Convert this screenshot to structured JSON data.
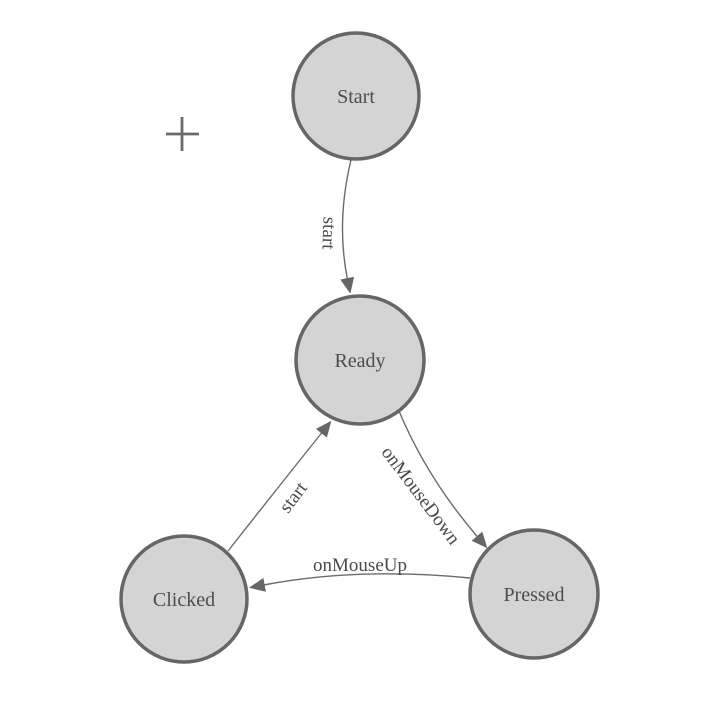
{
  "canvas": {
    "background": "#ffffff"
  },
  "cursor": {
    "icon": "plus-crosshair-icon"
  },
  "diagram": {
    "type": "state-machine",
    "nodes": [
      {
        "id": "start",
        "label": "Start"
      },
      {
        "id": "ready",
        "label": "Ready"
      },
      {
        "id": "clicked",
        "label": "Clicked"
      },
      {
        "id": "pressed",
        "label": "Pressed"
      }
    ],
    "edges": [
      {
        "from": "Start",
        "to": "Ready",
        "label": "start"
      },
      {
        "from": "Clicked",
        "to": "Ready",
        "label": "start"
      },
      {
        "from": "Ready",
        "to": "Pressed",
        "label": "onMouseDown"
      },
      {
        "from": "Pressed",
        "to": "Clicked",
        "label": "onMouseUp"
      }
    ],
    "colors": {
      "node_fill": "#d4d4d4",
      "node_stroke": "#666666",
      "edge_stroke": "#6b6b6b",
      "arrowhead": "#666666",
      "node_text": "#4d4d4d",
      "edge_text": "#4a4a4a"
    }
  }
}
